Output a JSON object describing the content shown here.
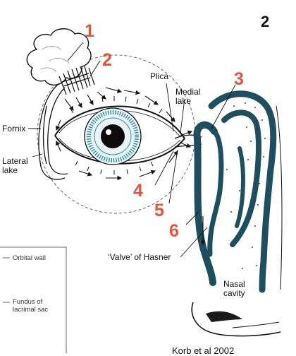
{
  "page_number": "2",
  "numbers": [
    "1",
    "2",
    "3",
    "4",
    "5",
    "6"
  ],
  "labels": {
    "plica": "Plica",
    "medial_lake": "Medial\nlake",
    "fornix": "Fornix",
    "lateral_lake": "Lateral\nlake",
    "valve_of_hasner": "‘Valve’ of Hasner",
    "nasal_cavity": "Nasal\ncavity",
    "orbital_wall": "Orbital wall",
    "fundus_of_lacrimal_sac": "Fundus of\nlacrimal sac"
  },
  "citation": "Korb et al 2002",
  "colors": {
    "number_accent": "#e3553a",
    "lacrimal_duct": "#1f4f5e",
    "iris": "#2f8fa8"
  }
}
